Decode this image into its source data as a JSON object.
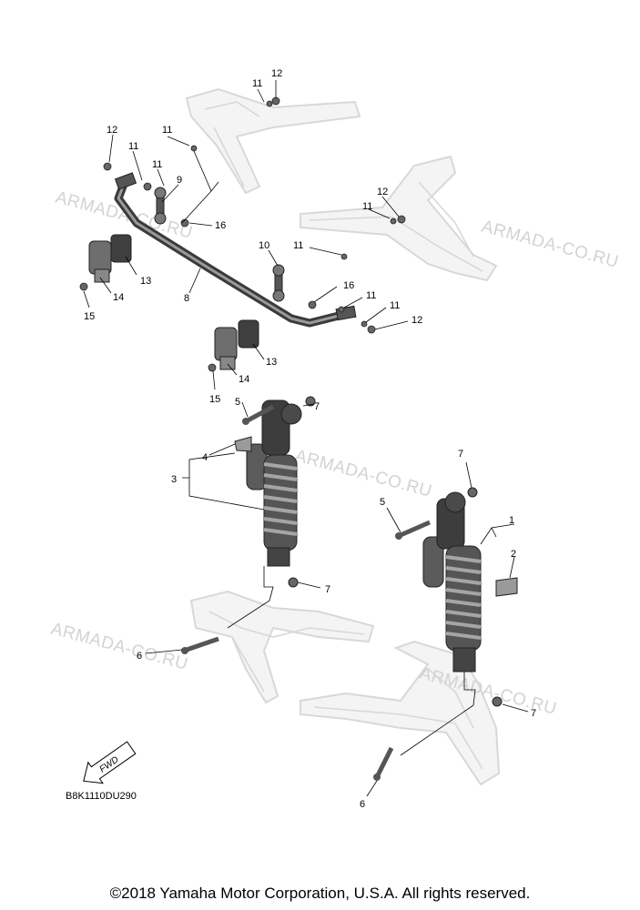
{
  "watermark": "ARMADA-CO.RU",
  "diagram_code": "B8K1110DU290",
  "fwd_label": "FWD",
  "copyright": "©2018 Yamaha Motor Corporation, U.S.A. All rights reserved.",
  "callouts": {
    "c12a": "12",
    "c11a": "11",
    "c11b": "11",
    "c12b": "12",
    "c11c": "11",
    "c11d": "11",
    "c9": "9",
    "c16a": "16",
    "c12c": "12",
    "c11e": "11",
    "c11f": "11",
    "c10": "10",
    "c13a": "13",
    "c14a": "14",
    "c15a": "15",
    "c8": "8",
    "c16b": "16",
    "c11g": "11",
    "c11h": "11",
    "c12d": "12",
    "c13b": "13",
    "c14b": "14",
    "c15b": "15",
    "c5a": "5",
    "c7a": "7",
    "c4": "4",
    "c3": "3",
    "c7b": "7",
    "c5b": "5",
    "c1": "1",
    "c2": "2",
    "c7c": "7",
    "c6a": "6",
    "c7d": "7",
    "c6b": "6"
  },
  "colors": {
    "ghost": "#d8d8d8",
    "part_dark": "#555555",
    "part_mid": "#8a8a8a",
    "watermark": "#d3d3d3"
  }
}
